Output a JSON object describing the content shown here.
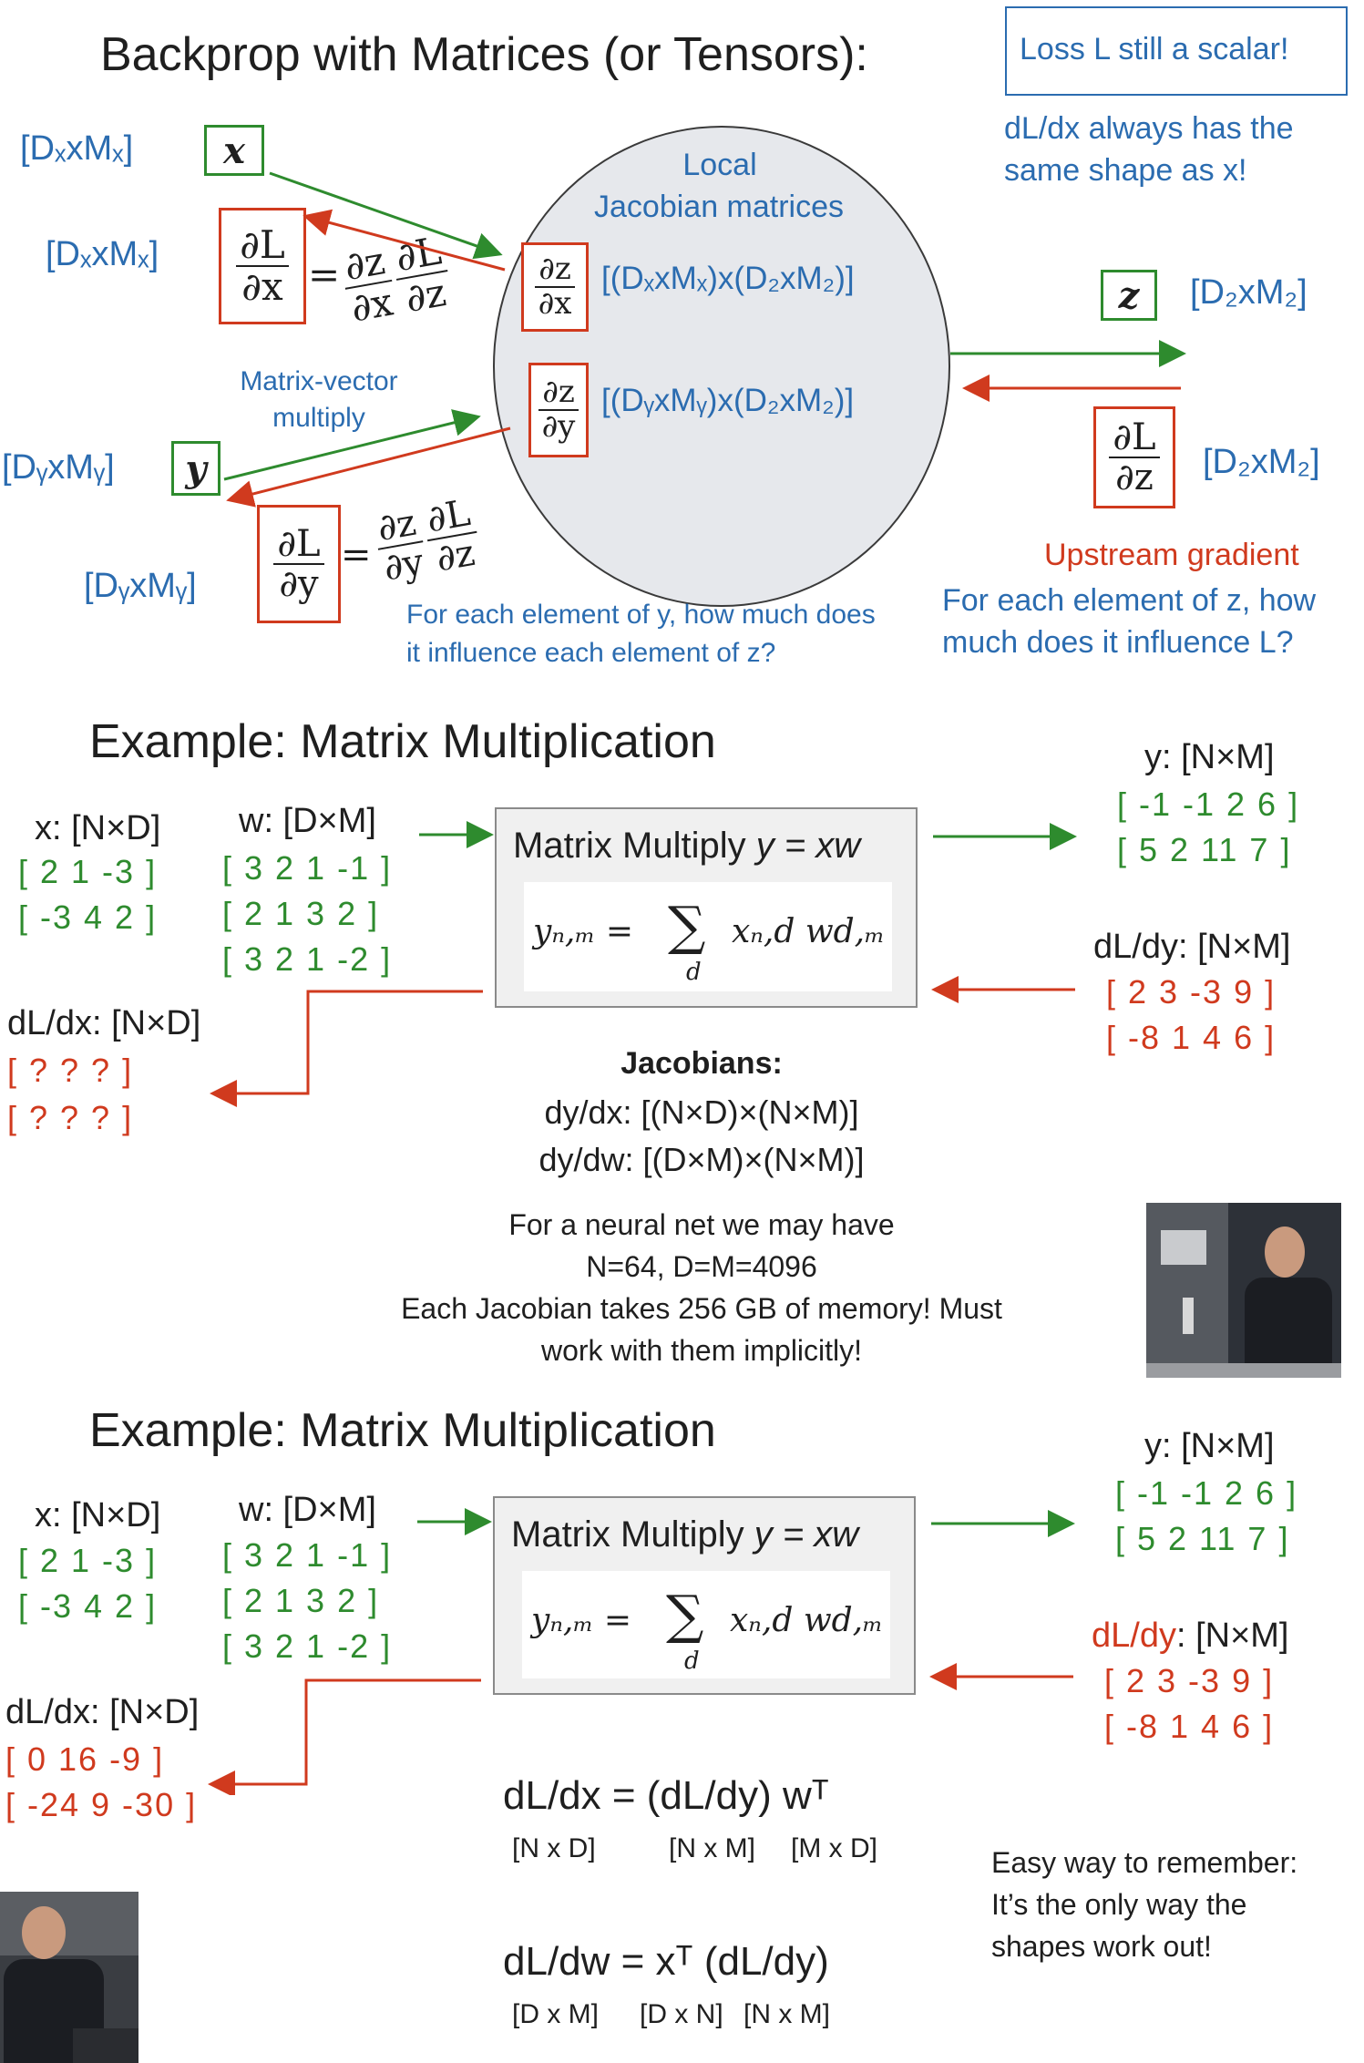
{
  "s1": {
    "title": "Backprop with Matrices (or Tensors):",
    "loss_note": "Loss L still a scalar!",
    "shape_note_l1": "dL/dx always has the",
    "shape_note_l2": "same shape as x!",
    "x_shape": "[DₓxMₓ]",
    "x_var": "x",
    "dx_shape": "[DₓxMₓ]",
    "y_shape": "[DᵧxMᵧ]",
    "y_var": "y",
    "dy_shape": "[DᵧxMᵧ]",
    "z_var": "z",
    "z_shape": "[D₂xM₂]",
    "dz_shape": "[D₂xM₂]",
    "local_l1": "Local",
    "local_l2": "Jacobian matrices",
    "jx_dims": "[(DₓxMₓ)x(D₂xM₂)]",
    "jy_dims": "[(DᵧxMᵧ)x(D₂xM₂)]",
    "mv_l1": "Matrix-vector",
    "mv_l2": "multiply",
    "upstream": "Upstream gradient",
    "elem_z_l1": "For each element of z, how",
    "elem_z_l2": "much does it influence L?",
    "elem_y_l1": "For each element of y, how much does",
    "elem_y_l2": "it influence each element of z?",
    "dL": "∂L",
    "dz": "∂z",
    "dx": "∂x",
    "dy": "∂y",
    "eq": "="
  },
  "ex": {
    "title": "Example: Matrix Multiplication",
    "x_label": "x: [N×D]",
    "x_rows": [
      "[ 2  1 -3 ]",
      "[ -3  4  2 ]"
    ],
    "w_label": "w: [D×M]",
    "w_rows": [
      "[ 3  2  1 -1 ]",
      "[ 2  1  3  2 ]",
      "[ 3  2  1 -2 ]"
    ],
    "y_label": "y: [N×M]",
    "y_rows": [
      "[ -1 -1   2   6 ]",
      "[ 5   2  11  7 ]"
    ],
    "dy_label": "dL/dy: [N×M]",
    "dy_label_a": "dL/dy",
    "dy_label_b": ": [N×M]",
    "dy_rows": [
      "[ 2  3 -3  9 ]",
      "[ -8  1  4  6 ]"
    ],
    "dx_label": "dL/dx: [N×D]",
    "op_title_a": "Matrix Multiply ",
    "op_title_b": "y = xw",
    "formula_lhs": "yₙ,ₘ =",
    "formula_sum": "∑",
    "formula_sub": "d",
    "formula_rhs": "xₙ,d wd,ₘ"
  },
  "s2": {
    "dx_rows": [
      "[ ?    ?    ? ]",
      "[ ?    ?    ? ]"
    ],
    "jac_title": "Jacobians:",
    "jac_l1": "dy/dx: [(N×D)×(N×M)]",
    "jac_l2": "dy/dw: [(D×M)×(N×M)]",
    "nn_l1": "For a neural net we may have",
    "nn_l2": "N=64, D=M=4096",
    "nn_l3": "Each Jacobian takes 256 GB of memory! Must",
    "nn_l4": "work with them implicitly!"
  },
  "s3": {
    "dx_rows": [
      "[ 0   16   -9 ]",
      "[ -24   9  -30 ]"
    ],
    "eq1": "dL/dx = (dL/dy) wᵀ",
    "eq1_dims": [
      "[N x D]",
      "[N x M]",
      "[M x D]"
    ],
    "eq2": "dL/dw = xᵀ (dL/dy)",
    "eq2_dims": [
      "[D x M]",
      "[D x N]",
      "[N x M]"
    ],
    "remember_l1": "Easy way to remember:",
    "remember_l2": "It’s the only way the",
    "remember_l3": "shapes work out!"
  },
  "colors": {
    "blue": "#2b6cb0",
    "green": "#2e8b2e",
    "red": "#d03a1e",
    "circle": "#e6e8ec",
    "box": "#f0f0f0"
  }
}
